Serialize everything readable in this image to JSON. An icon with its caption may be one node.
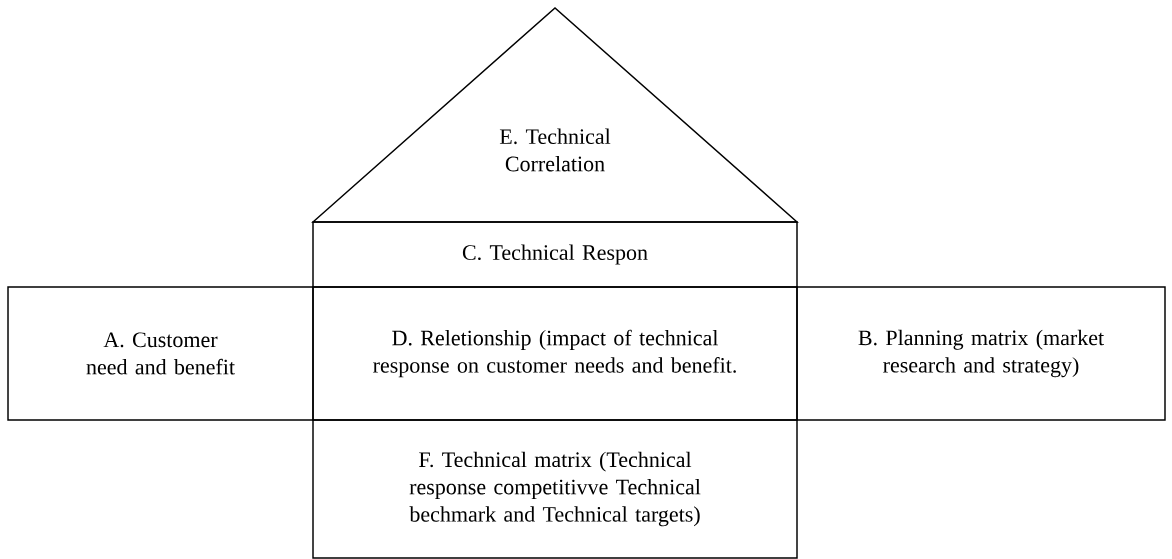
{
  "diagram": {
    "nodes": [
      {
        "text": [
          "E. Technical Correlation"
        ]
      },
      {
        "text": [
          "C. Technical Respon"
        ]
      },
      {
        "text": [
          "A. Customer need and benefit"
        ]
      },
      {
        "text": [
          "D. Reletionship (impact of technical response on customer needs and benefit."
        ]
      },
      {
        "text": [
          "B. Planning matrix (market research and strategy)"
        ]
      },
      {
        "text": [
          "F. Technical matrix (Technical response competitivve Technical bechmark and Technical targets)"
        ]
      }
    ]
  }
}
